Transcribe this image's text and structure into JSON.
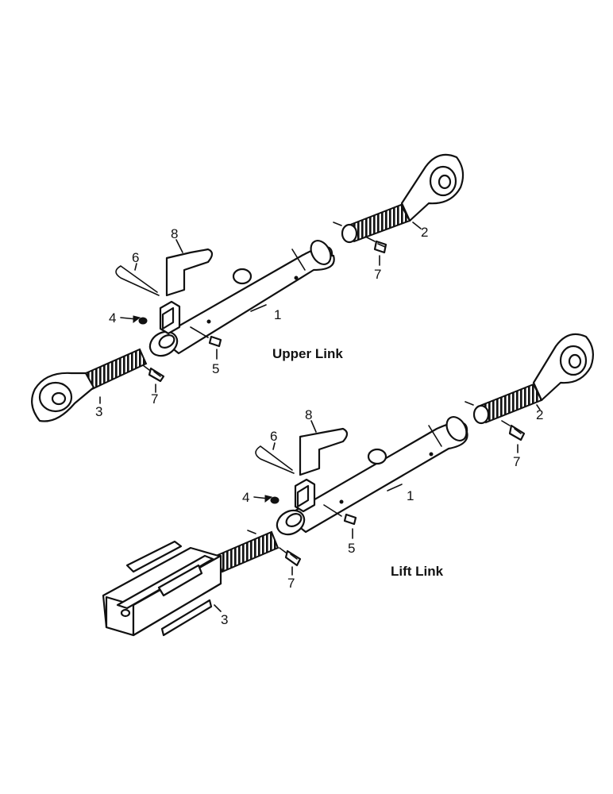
{
  "labels": {
    "upper": {
      "title": "Upper Link",
      "n1": "1",
      "n2": "2",
      "n3": "3",
      "n4": "4",
      "n5": "5",
      "n6": "6",
      "n7a": "7",
      "n7b": "7",
      "n8": "8"
    },
    "lift": {
      "title": "Lift Link",
      "n1": "1",
      "n2": "2",
      "n3": "3",
      "n4": "4",
      "n5": "5",
      "n6": "6",
      "n7a": "7",
      "n7b": "7",
      "n8": "8"
    }
  }
}
